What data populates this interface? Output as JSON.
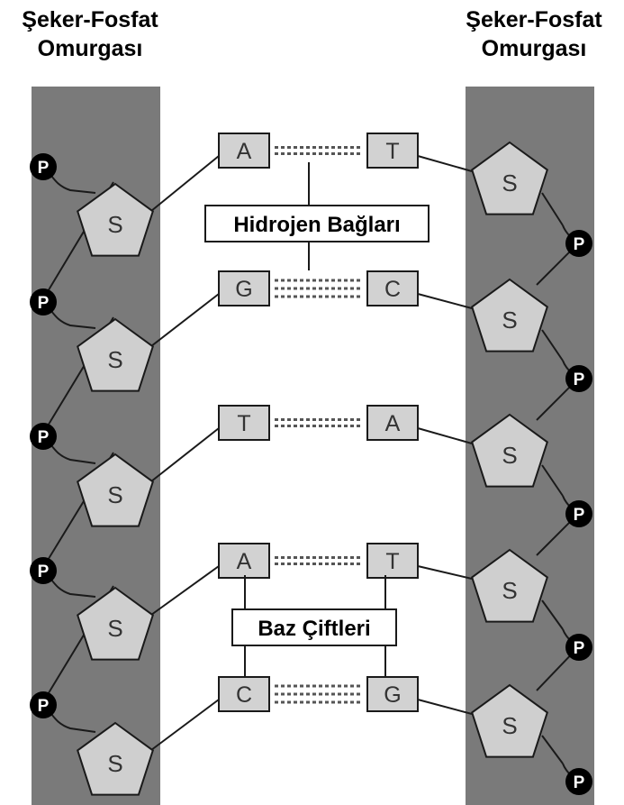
{
  "titles": {
    "left": [
      "Şeker-Fosfat",
      "Omurgası"
    ],
    "right": [
      "Şeker-Fosfat",
      "Omurgası"
    ]
  },
  "labels": {
    "hydrogen_bonds": "Hidrojen Bağları",
    "base_pairs": "Baz Çiftleri"
  },
  "sugar_label": "S",
  "phosphate_label": "P",
  "base_pairs": [
    {
      "left": "A",
      "right": "T",
      "bonds": 2
    },
    {
      "left": "G",
      "right": "C",
      "bonds": 3
    },
    {
      "left": "T",
      "right": "A",
      "bonds": 2
    },
    {
      "left": "A",
      "right": "T",
      "bonds": 2
    },
    {
      "left": "C",
      "right": "G",
      "bonds": 3
    }
  ],
  "colors": {
    "backbone": "#7a7a7a",
    "sugar_fill": "#cfcfcf",
    "base_fill": "#d2d2d2",
    "phosphate": "#000000",
    "line": "#1a1a1a"
  }
}
